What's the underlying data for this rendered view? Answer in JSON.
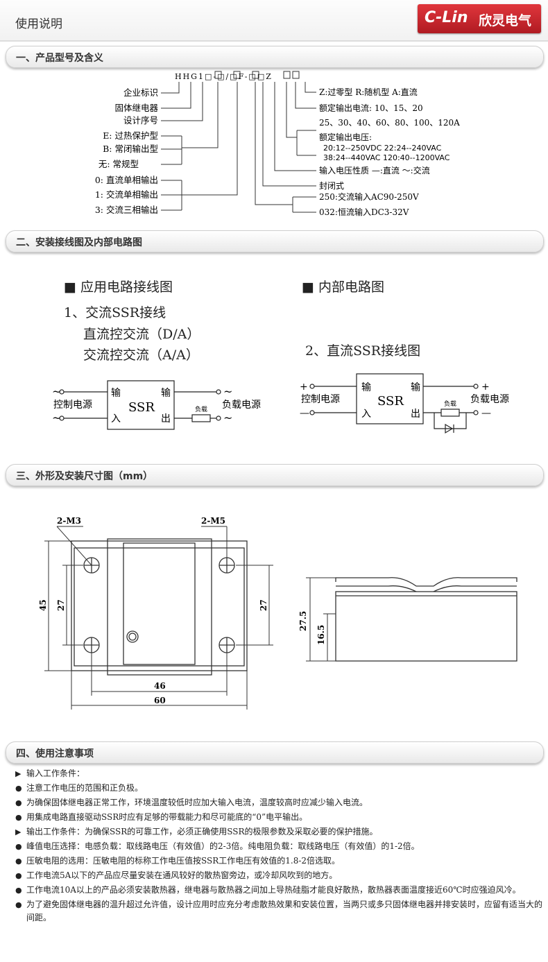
{
  "header": {
    "title": "使用说明",
    "logo_text": "C-Lin",
    "logo_cn": "欣灵电气"
  },
  "sections": {
    "s1": "一、产品型号及含义",
    "s2": "二、安装接线图及内部电路图",
    "s3": "三、外形及安装尺寸图（mm）",
    "s4": "四、使用注意事项"
  },
  "model": {
    "code": "HHG1□-□/□F-□□Z",
    "left": [
      "企业标识",
      "固体继电器",
      "设计序号",
      "E: 过热保护型",
      "B: 常闭输出型",
      "无: 常规型",
      "0: 直流单相输出",
      "1: 交流单相输出",
      "3: 交流三相输出"
    ],
    "right": [
      "Z:过零型  R:随机型  A:直流",
      "额定输出电流: 10、15、20",
      "25、30、40、60、80、100、120A",
      "额定输出电压:",
      "20:12--250VDC   22:24--240VAC",
      "38:24--440VAC   120:40--1200VAC",
      "输入电压性质   —:直流  ～:交流",
      "封闭式",
      "250:交流输入AC90-250V",
      "032:恒流输入DC3-32V"
    ]
  },
  "wiring": {
    "app_title": "■ 应用电路接线图",
    "internal_title": "■ 内部电路图",
    "ac_title": "1、交流SSR接线",
    "ac_line1": "直流控交流（D/A）",
    "ac_line2": "交流控交流（A/A）",
    "dc_title": "2、直流SSR接线图",
    "ssr": "SSR",
    "in1": "输",
    "in2": "入",
    "out1": "输",
    "out2": "出",
    "control": "控制电源",
    "load_src": "负载电源",
    "load": "负载"
  },
  "dimensions": {
    "m3": "2-M3",
    "m5": "2-M5",
    "d45": "45",
    "d27": "27",
    "d46": "46",
    "d60": "60",
    "d27_5": "27.5",
    "d16_5": "16.5"
  },
  "notes": [
    {
      "m": "▶",
      "t": "输入工作条件："
    },
    {
      "m": "●",
      "t": "注意工作电压的范围和正负极。"
    },
    {
      "m": "●",
      "t": "为确保固体继电器正常工作，环境温度较低时应加大输入电流，温度较高时应减少输入电流。"
    },
    {
      "m": "●",
      "t": "用集成电路直接驱动SSR时应有足够的带载能力和尽可能底的“0”电平输出。"
    },
    {
      "m": "▶",
      "t": "输出工作条件：为确保SSR的可靠工作，必须正确使用SSR的极限参数及采取必要的保护措施。"
    },
    {
      "m": "●",
      "t": "峰值电压选择：电感负载：取线路电压（有效值）的2-3倍。纯电阻负载：取线路电压（有效值）的1-2倍。"
    },
    {
      "m": "●",
      "t": "压敏电阻的选用：压敏电阻的标称工作电压值按SSR工作电压有效值的1.8-2倍选取。"
    },
    {
      "m": "●",
      "t": "工作电流5A以下的产品应尽量安装在通风较好的散热窗旁边，或冷却风吹到的地方。"
    },
    {
      "m": "●",
      "t": "工作电流10A以上的产品必须安装散热器，继电器与散热器之间加上导热硅脂才能良好散热，散热器表面温度接近60℃时应强迫风冷。"
    },
    {
      "m": "●",
      "t": "为了避免固体继电器的温升超过允许值，设计应用时应充分考虑散热效果和安装位置，当两只或多只固体继电器并排安装时，应留有适当大的间距。"
    }
  ]
}
